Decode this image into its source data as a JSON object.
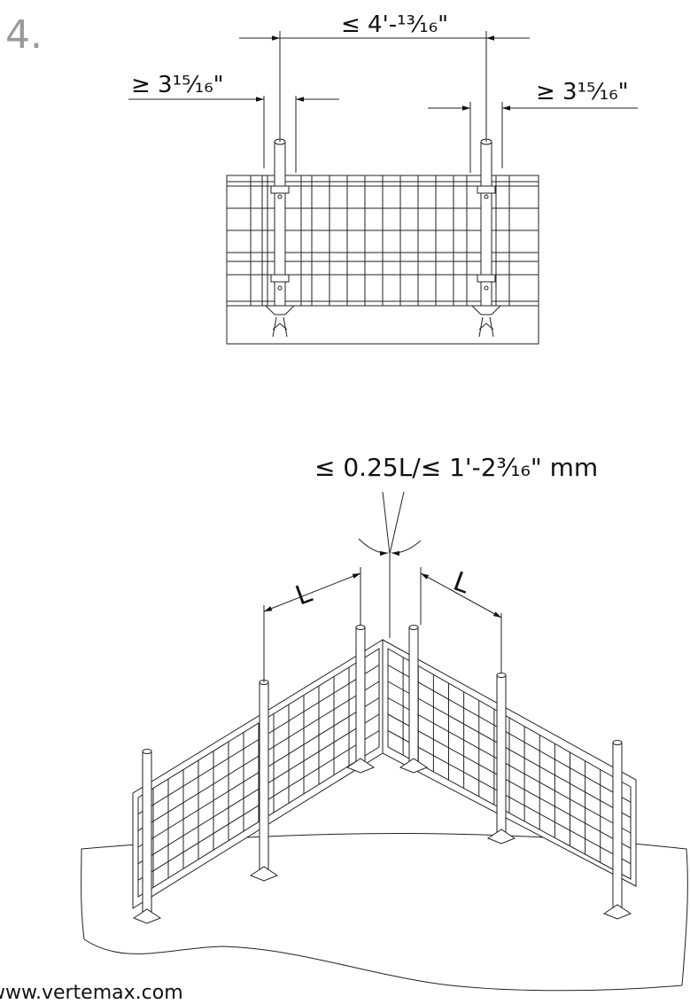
{
  "step_number": "4.",
  "top_view": {
    "spacing_label": "≤ 4'-¹³⁄₁₆\"",
    "left_offset_label": "≥  3¹⁵⁄₁₆\"",
    "right_offset_label": "≥  3¹⁵⁄₁₆\""
  },
  "corner_view": {
    "angle_label": "≤ 0.25L/≤ 1'-2³⁄₁₆\" mm",
    "left_length_label": "L",
    "right_length_label": "L"
  },
  "footer": {
    "website": "www.vertemax.com"
  }
}
